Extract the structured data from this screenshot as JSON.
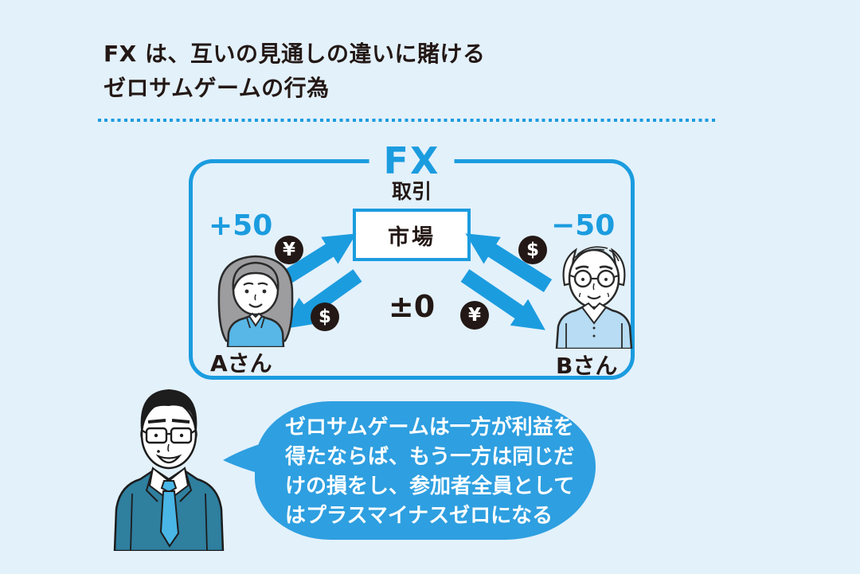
{
  "header": {
    "title_line1": "FX は、互いの見通しの違いに賭ける",
    "title_line2": "ゼロサムゲームの行為"
  },
  "diagram": {
    "fx_label": "FX",
    "transaction_label": "取引",
    "market_label": "市場",
    "net_result": "±0",
    "person_a": {
      "amount": "+50",
      "name": "Aさん"
    },
    "person_b": {
      "amount": "−50",
      "name": "Bさん"
    },
    "badges": {
      "yen": "¥",
      "dollar": "$"
    }
  },
  "speech": {
    "lines": [
      "ゼロサムゲームは一方が利益を",
      "得たならば、もう一方は同じだ",
      "けの損をし、参加者全員として",
      "はプラスマイナスゼロになる"
    ]
  },
  "colors": {
    "background": "#e3f1fb",
    "accent_blue": "#1b9cdf",
    "bubble_blue": "#2e9fe0",
    "ink": "#231815",
    "badge_black": "#231815",
    "jacket_blue_a": "#58b7e7",
    "sweater_blue_b": "#b7dcf3",
    "suit_teal": "#2f7f9f",
    "tie_blue": "#49b6e6",
    "hair_gray": "#9d9da0"
  }
}
